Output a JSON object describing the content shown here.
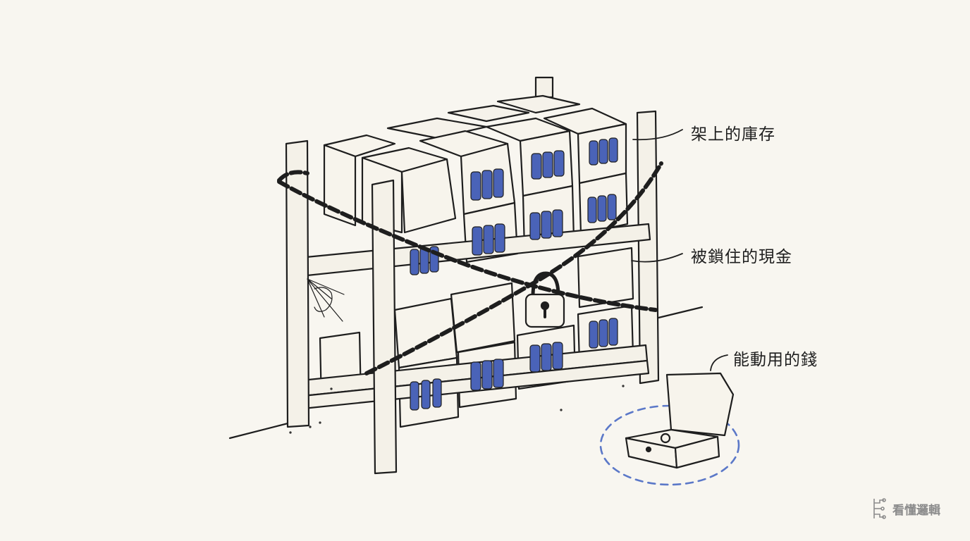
{
  "labels": {
    "inventory": "架上的庫存",
    "locked_cash": "被鎖住的現金",
    "usable_money": "能動用的錢"
  },
  "brand": {
    "name": "看懂邏輯",
    "icon": "circuit-logo-icon"
  },
  "colors": {
    "background": "#f8f6f0",
    "ink": "#1e1e1e",
    "coin": "#4a63b8",
    "dashed_ring": "#5b78c8"
  }
}
